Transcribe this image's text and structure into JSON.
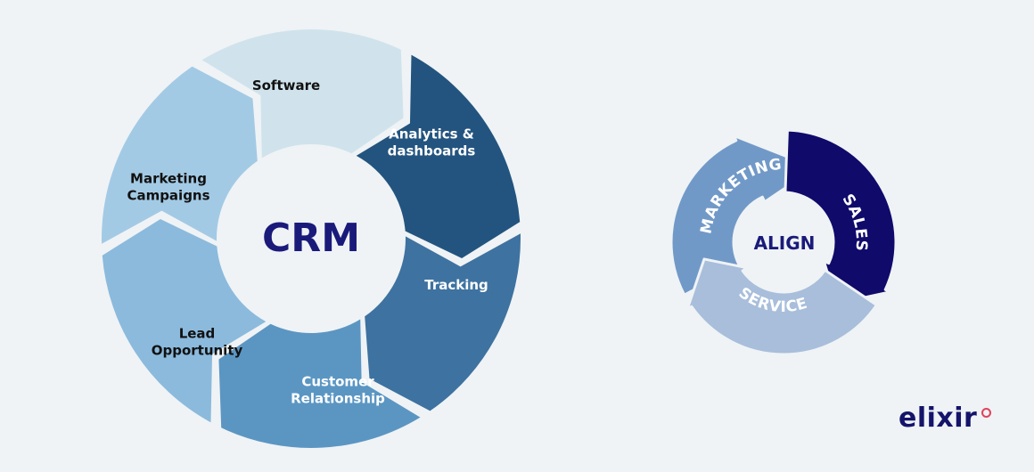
{
  "crm_wheel": {
    "center_label": "CRM",
    "segments": [
      {
        "label_lines": [
          "Software"
        ],
        "color": "#d0e3ec",
        "text_color": "#111111"
      },
      {
        "label_lines": [
          "Analytics &",
          "dashboards"
        ],
        "color": "#23547f",
        "text_color": "#ffffff"
      },
      {
        "label_lines": [
          "Tracking"
        ],
        "color": "#3e72a0",
        "text_color": "#ffffff"
      },
      {
        "label_lines": [
          "Customer",
          "Relationship"
        ],
        "color": "#5b96c3",
        "text_color": "#ffffff"
      },
      {
        "label_lines": [
          "Lead",
          "Opportunity"
        ],
        "color": "#8bbadd",
        "text_color": "#111111"
      },
      {
        "label_lines": [
          "Marketing",
          "Campaigns"
        ],
        "color": "#a3cae5",
        "text_color": "#111111"
      }
    ],
    "center_color": "#1a1a7a"
  },
  "align_cycle": {
    "center_label": "ALIGN",
    "arrows": [
      {
        "label": "MARKETING",
        "color": "#7199c8"
      },
      {
        "label": "SALES",
        "color": "#100a6b"
      },
      {
        "label": "SERVICE",
        "color": "#a8bedb"
      }
    ],
    "center_color": "#1a1a7a"
  },
  "logo": {
    "text": "elixir",
    "text_color": "#14146b",
    "dot_color": "#e0435a"
  }
}
